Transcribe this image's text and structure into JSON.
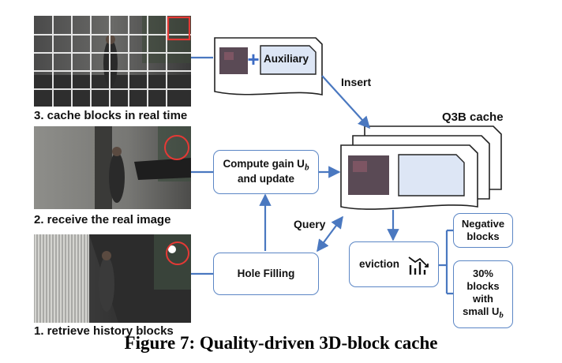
{
  "steps": {
    "step3": "3. cache blocks in real time",
    "step2": "2. receive the real image",
    "step1": "1. retrieve history blocks"
  },
  "boxes": {
    "auxiliary": "Auxiliary",
    "compute_line1": "Compute gain U",
    "compute_sub": "b",
    "compute_line2": "and update",
    "hole_filling": "Hole Filling",
    "eviction": "eviction",
    "negative": "Negative blocks",
    "low_gain_line1": "30%",
    "low_gain_line2": "blocks",
    "low_gain_line3": "with",
    "low_gain_line4": "small U",
    "low_gain_sub": "b"
  },
  "arrows": {
    "insert": "Insert",
    "query": "Query"
  },
  "cache_title": "Q3B cache",
  "caption": "Figure 7: Quality-driven 3D-block cache",
  "colors": {
    "accent": "#4a78c0",
    "highlight": "#e53935",
    "box_fill": "#dde6f5"
  }
}
